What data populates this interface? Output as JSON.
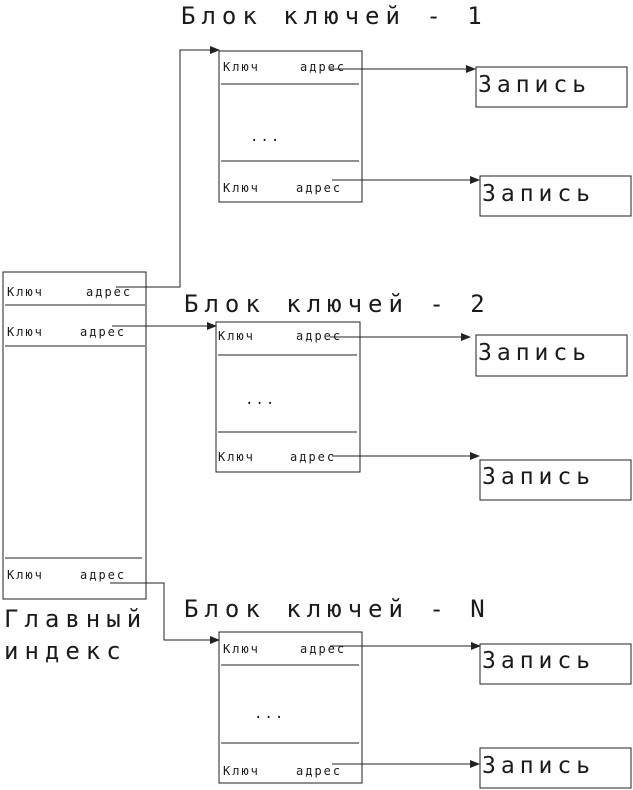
{
  "main_index": {
    "caption_line1": "Главный",
    "caption_line2": "индекс",
    "rows": [
      {
        "key": "Ключ",
        "addr": "адрес"
      },
      {
        "key": "Ключ",
        "addr": "адрес"
      },
      {
        "key": "Ключ",
        "addr": "адрес"
      }
    ]
  },
  "blocks": [
    {
      "title": "Блок ключей - 1",
      "ellipsis": "...",
      "rows": [
        {
          "key": "Ключ",
          "addr": "адрес",
          "record": "Запись"
        },
        {
          "key": "Ключ",
          "addr": "адрес",
          "record": "Запись"
        }
      ]
    },
    {
      "title": "Блок ключей - 2",
      "ellipsis": "...",
      "rows": [
        {
          "key": "Ключ",
          "addr": "адрес",
          "record": "Запись"
        },
        {
          "key": "Ключ",
          "addr": "адрес",
          "record": "Запись"
        }
      ]
    },
    {
      "title": "Блок ключей - N",
      "ellipsis": "...",
      "rows": [
        {
          "key": "Ключ",
          "addr": "адрес",
          "record": "Запись"
        },
        {
          "key": "Ключ",
          "addr": "адрес",
          "record": "Запись"
        }
      ]
    }
  ]
}
